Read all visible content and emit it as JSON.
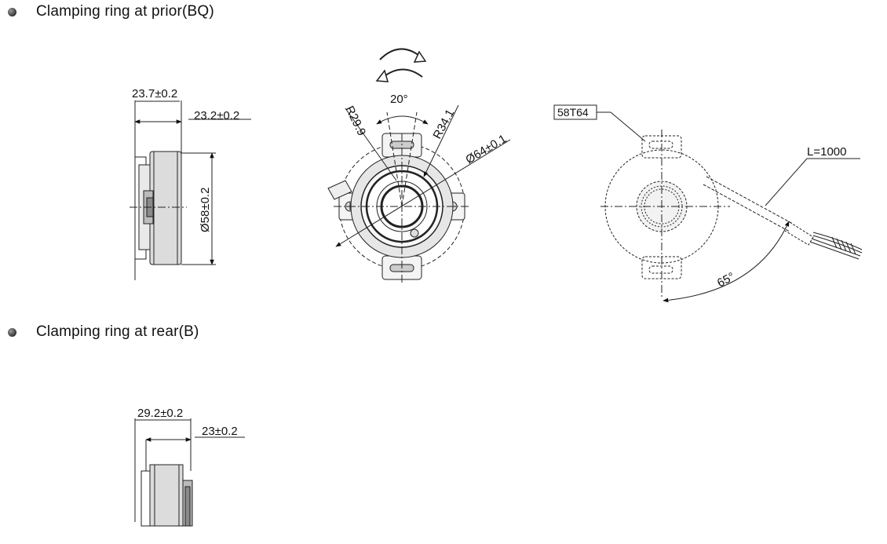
{
  "sections": [
    {
      "title": "Clamping ring at prior(BQ)"
    },
    {
      "title": "Clamping ring at rear(B)"
    }
  ],
  "dims": {
    "bq_width_overall": "23.7±0.2",
    "bq_width_body": "23.2±0.2",
    "bq_diameter": "Ø58±0.2",
    "front_angle": "20°",
    "front_r_inner": "R29.9",
    "front_r_outer": "R34.1",
    "front_diameter": "Ø64±0.1",
    "model_tag": "58T64",
    "cable_length": "L=1000",
    "cable_angle": "65°",
    "b_width_overall": "29.2±0.2",
    "b_width_body": "23±0.2"
  },
  "colors": {
    "line": "#222222",
    "body_fill": "#dcdcdc",
    "dark_fill": "#8a8a8a"
  }
}
